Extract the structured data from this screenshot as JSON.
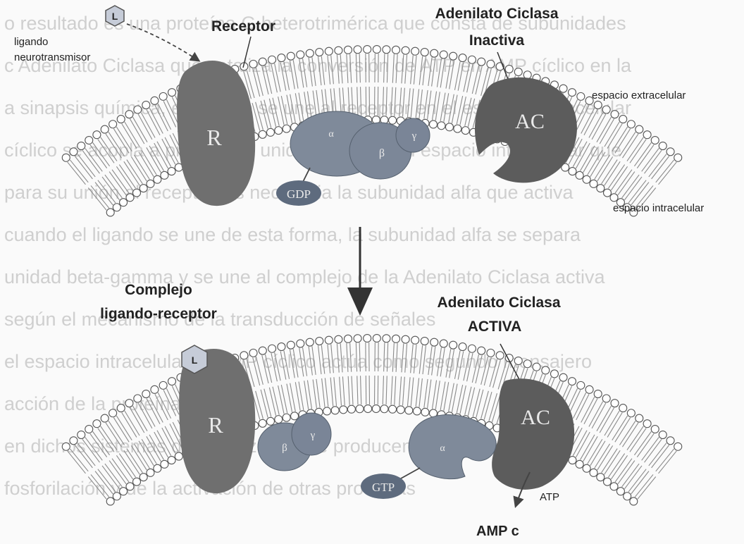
{
  "background_text_lines": [
    "o resultado es una proteína G heterotrimérica que consta de subunidades",
    "c Adenilato Ciclasa que cataliza la conversión de ATP en AMP cíclico en la",
    "a sinapsis química, el ligando se une al receptor en el espacio extracelular",
    "cíclico se acopla a proteína G unida a GDP en el espacio intracelular que",
    "para su unión al receptor, es necesaria la subunidad alfa que activa",
    "cuando el ligando se une de esta forma, la subunidad alfa se separa",
    "unidad beta-gamma y se une al complejo de la Adenilato Ciclasa activa",
    "según el mecanismo de la transducción de señales",
    "el espacio intracelular, el AMP cíclico actúa como segundo mensajero",
    "acción de la proteína quinasa",
    "en dichos sistemas de señalización se producen cambios en la",
    "fosforilación y de la activación de otras proteínas"
  ],
  "top": {
    "ligand_symbol": "L",
    "ligand_label_1": "ligando",
    "ligand_label_2": "neurotransmisor",
    "receptor_label": "Receptor",
    "receptor_symbol": "R",
    "ac_label_1": "Adenilato Ciclasa",
    "ac_label_2": "Inactiva",
    "ac_symbol": "AC",
    "extracellular_label": "espacio extracelular",
    "intracellular_label": "espacio intracelular",
    "alpha_symbol": "α",
    "beta_symbol": "β",
    "gamma_symbol": "γ",
    "gdp_label": "GDP"
  },
  "bottom": {
    "complex_label_1": "Complejo",
    "complex_label_2": "ligando-receptor",
    "ligand_symbol": "L",
    "receptor_symbol": "R",
    "ac_label_1": "Adenilato Ciclasa",
    "ac_label_2": "ACTIVA",
    "ac_symbol": "AC",
    "beta_symbol": "β",
    "gamma_symbol": "γ",
    "alpha_symbol": "α",
    "gtp_label": "GTP",
    "atp_label": "ATP",
    "amp_label": "AMP c"
  },
  "colors": {
    "receptor": "#6f6f6f",
    "adenylate_cyclase": "#5c5c5c",
    "g_protein": "#7f8a9a",
    "nucleotide": "#5e6b7e",
    "ligand": "#c6ccd8",
    "membrane": "#8a8a8a"
  }
}
